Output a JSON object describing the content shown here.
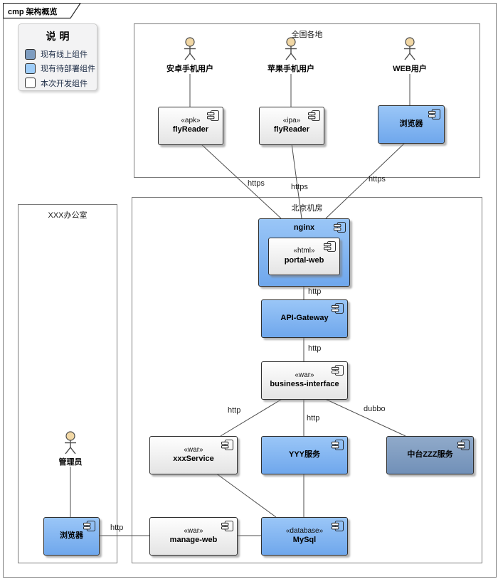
{
  "diagram": {
    "tab_title": "cmp 架构概览"
  },
  "legend": {
    "title": "说明",
    "items": [
      {
        "label": "现有线上组件",
        "color": "#7e9dc1"
      },
      {
        "label": "现有待部署组件",
        "color": "#9ecdf9"
      },
      {
        "label": "本次开发组件",
        "color": "#ffffff"
      }
    ]
  },
  "frames": {
    "nationwide": {
      "label": "全国各地"
    },
    "office": {
      "label": "XXX办公室"
    },
    "beijing": {
      "label": "北京机房"
    }
  },
  "actors": {
    "android": {
      "label": "安卓手机用户"
    },
    "apple": {
      "label": "苹果手机用户"
    },
    "web": {
      "label": "WEB用户"
    },
    "admin": {
      "label": "管理员"
    }
  },
  "components": {
    "fly_apk": {
      "stereotype": "«apk»",
      "name": "flyReader"
    },
    "fly_ipa": {
      "stereotype": "«ipa»",
      "name": "flyReader"
    },
    "browser_top": {
      "name": "浏览器"
    },
    "nginx": {
      "name": "nginx"
    },
    "portal_web": {
      "stereotype": "«html»",
      "name": "portal-web"
    },
    "api_gateway": {
      "name": "API-Gateway"
    },
    "business_interface": {
      "stereotype": "«war»",
      "name": "business-interface"
    },
    "xxx_service": {
      "stereotype": "«war»",
      "name": "xxxService"
    },
    "yyy_service": {
      "name": "YYY服务"
    },
    "zzz_service": {
      "name": "中台ZZZ服务"
    },
    "manage_web": {
      "stereotype": "«war»",
      "name": "manage-web"
    },
    "mysql": {
      "stereotype": "«database»",
      "name": "MySql"
    },
    "browser_admin": {
      "name": "浏览器"
    }
  },
  "edges": {
    "apk_nginx": "https",
    "ipa_nginx": "https",
    "web_nginx": "https",
    "nginx_gateway": "http",
    "gateway_business": "http",
    "business_xxx": "http",
    "business_yyy": "http",
    "business_zzz": "dubbo",
    "browser_manage": "http"
  }
}
